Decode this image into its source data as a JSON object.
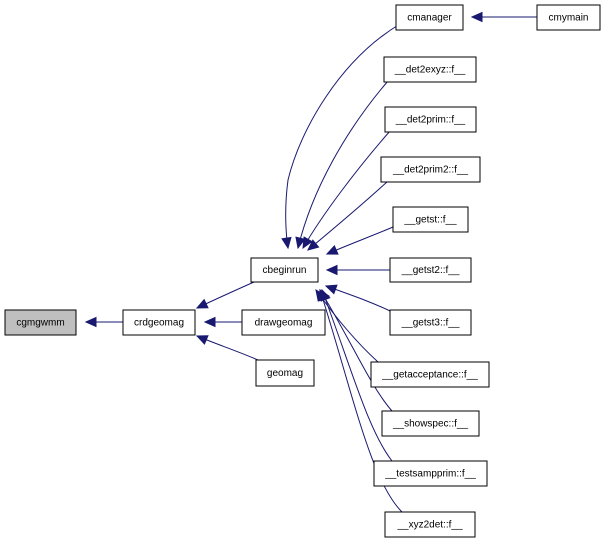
{
  "nodes": [
    {
      "id": "cgmgwmm",
      "label": "cgmgwmm",
      "highlighted": true
    },
    {
      "id": "crdgeomag",
      "label": "crdgeomag"
    },
    {
      "id": "cbeginrun",
      "label": "cbeginrun"
    },
    {
      "id": "drawgeomag",
      "label": "drawgeomag"
    },
    {
      "id": "geomag",
      "label": "geomag"
    },
    {
      "id": "cmanager",
      "label": "cmanager"
    },
    {
      "id": "cmymain",
      "label": "cmymain"
    },
    {
      "id": "det2exyz",
      "label": "__det2exyz::f__"
    },
    {
      "id": "det2prim",
      "label": "__det2prim::f__"
    },
    {
      "id": "det2prim2",
      "label": "__det2prim2::f__"
    },
    {
      "id": "getst",
      "label": "__getst::f__"
    },
    {
      "id": "getst2",
      "label": "__getst2::f__"
    },
    {
      "id": "getst3",
      "label": "__getst3::f__"
    },
    {
      "id": "getacceptance",
      "label": "__getacceptance::f__"
    },
    {
      "id": "showspec",
      "label": "__showspec::f__"
    },
    {
      "id": "testsampprim",
      "label": "__testsampprim::f__"
    },
    {
      "id": "xyz2det",
      "label": "__xyz2det::f__"
    }
  ],
  "edges": [
    {
      "from": "crdgeomag",
      "to": "cgmgwmm"
    },
    {
      "from": "cbeginrun",
      "to": "crdgeomag"
    },
    {
      "from": "drawgeomag",
      "to": "crdgeomag"
    },
    {
      "from": "geomag",
      "to": "crdgeomag"
    },
    {
      "from": "cmanager",
      "to": "cbeginrun"
    },
    {
      "from": "cmymain",
      "to": "cmanager"
    },
    {
      "from": "det2exyz",
      "to": "cbeginrun"
    },
    {
      "from": "det2prim",
      "to": "cbeginrun"
    },
    {
      "from": "det2prim2",
      "to": "cbeginrun"
    },
    {
      "from": "getst",
      "to": "cbeginrun"
    },
    {
      "from": "getst2",
      "to": "cbeginrun"
    },
    {
      "from": "getst3",
      "to": "cbeginrun"
    },
    {
      "from": "getacceptance",
      "to": "cbeginrun"
    },
    {
      "from": "showspec",
      "to": "cbeginrun"
    },
    {
      "from": "testsampprim",
      "to": "cbeginrun"
    },
    {
      "from": "xyz2det",
      "to": "cbeginrun"
    }
  ],
  "colors": {
    "edge": "#191970",
    "node_border": "#000000",
    "node_fill": "#ffffff",
    "highlight_fill": "#bfbfbf"
  }
}
